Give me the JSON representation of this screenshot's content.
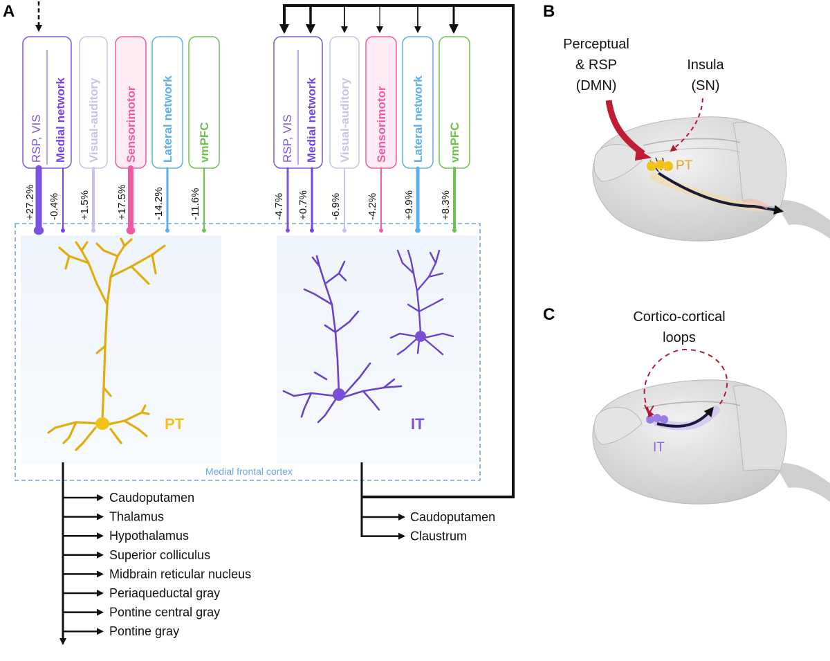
{
  "panels": {
    "a": "A",
    "b": "B",
    "c": "C"
  },
  "networks": {
    "rsp_vis": "RSP, VIS",
    "medial": "Medial network",
    "visual_auditory": "Visual-auditory",
    "sensorimotor": "Sensorimotor",
    "lateral": "Lateral network",
    "vmpfc": "vmPFC"
  },
  "colors": {
    "rsp": "#7b52e0",
    "medial": "#7444e6",
    "visual_auditory": "#c7c3ec",
    "sensorimotor": "#ef5aa0",
    "lateral": "#5ab0ef",
    "vmpfc": "#6cc24a",
    "pt": "#f2c21b",
    "it": "#7a4fd6",
    "cortex_box": "#6aa6e6",
    "loop": "#b31b34"
  },
  "pt_changes": [
    "+27.2%",
    "-0.4%",
    "+1.5%",
    "+17.5%",
    "-14.2%",
    "-11.6%"
  ],
  "it_changes": [
    "-4.7%",
    "+0.7%",
    "-6.9%",
    "-4.2%",
    "+9.9%",
    "+8.3%"
  ],
  "cortex_label": "Medial frontal cortex",
  "pt_label": "PT",
  "it_label": "IT",
  "pt_targets": [
    "Caudoputamen",
    "Thalamus",
    "Hypothalamus",
    "Superior colliculus",
    "Midbrain reticular nucleus",
    "Periaqueductal gray",
    "Pontine central gray",
    "Pontine gray"
  ],
  "it_targets": [
    "Caudoputamen",
    "Claustrum"
  ],
  "panel_b": {
    "perceptual_line1": "Perceptual",
    "perceptual_line2": "& RSP",
    "perceptual_line3": "(DMN)",
    "insula_line1": "Insula",
    "insula_line2": "(SN)",
    "pt": "PT"
  },
  "panel_c": {
    "title_line1": "Cortico-cortical",
    "title_line2": "loops",
    "it": "IT"
  }
}
